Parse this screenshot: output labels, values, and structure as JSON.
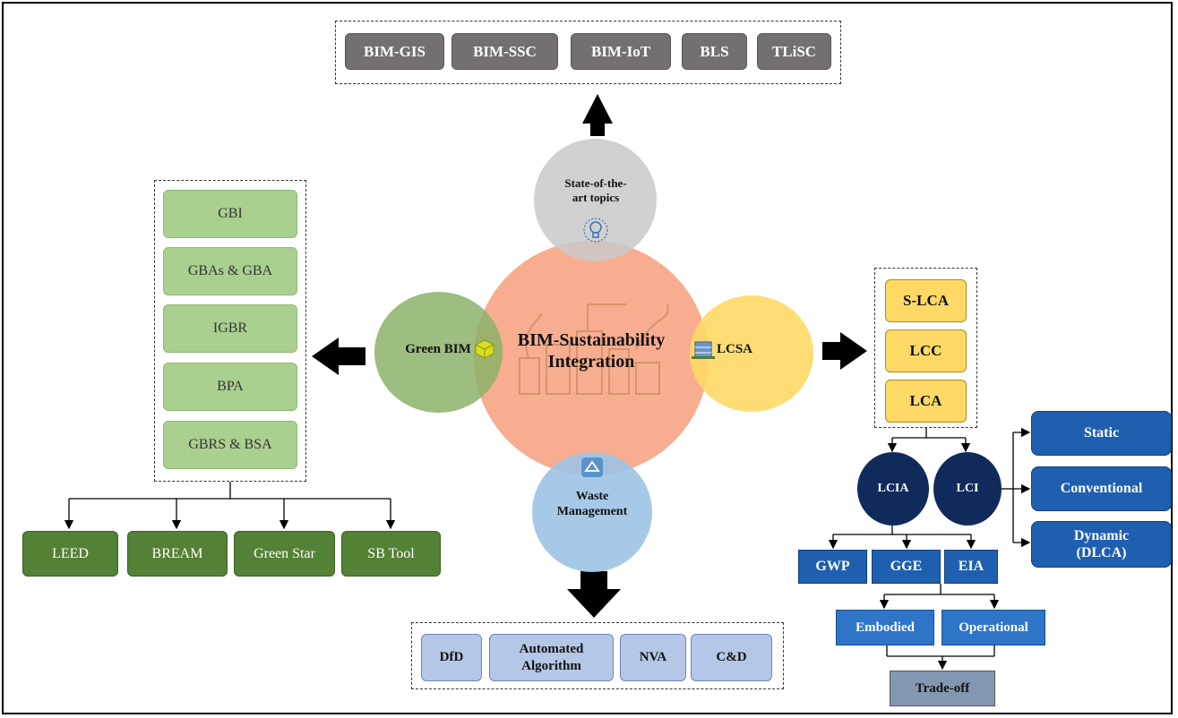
{
  "center": {
    "title_line1": "BIM-Sustainability",
    "title_line2": "Integration"
  },
  "satellites": {
    "top": {
      "line1": "State-of-the-",
      "line2": "art topics",
      "icon": "lightbulb-icon"
    },
    "left": {
      "label": "Green BIM",
      "icon": "cube-icon"
    },
    "right": {
      "label": "LCSA",
      "icon": "building-icon"
    },
    "bottom": {
      "line1": "Waste",
      "line2": "Management",
      "icon": "recycle-icon"
    }
  },
  "top_topics": [
    "BIM-GIS",
    "BIM-SSC",
    "BIM-IoT",
    "BLS",
    "TLiSC"
  ],
  "green_items": [
    "GBI",
    "GBAs & GBA",
    "IGBR",
    "BPA",
    "GBRS & BSA"
  ],
  "rating_tools": [
    "LEED",
    "BREAM",
    "Green Star",
    "SB Tool"
  ],
  "lcsa_items": [
    "S-LCA",
    "LCC",
    "LCA"
  ],
  "lca_nodes": [
    "LCIA",
    "LCI"
  ],
  "lci_types": [
    {
      "line1": "Static",
      "line2": ""
    },
    {
      "line1": "Conventional",
      "line2": ""
    },
    {
      "line1": "Dynamic",
      "line2": "(DLCA)"
    }
  ],
  "impact_items": [
    "GWP",
    "GGE",
    "EIA"
  ],
  "energy_items": [
    "Embodied",
    "Operational"
  ],
  "tradeoff": "Trade-off",
  "waste_items": [
    {
      "line1": "DfD",
      "line2": ""
    },
    {
      "line1": "Automated",
      "line2": "Algorithm"
    },
    {
      "line1": "NVA",
      "line2": ""
    },
    {
      "line1": "C&D",
      "line2": ""
    }
  ],
  "colors": {
    "center": "#f8a98a",
    "top": "#c9c9c9",
    "left": "#8db16a",
    "right": "#ffd966",
    "bottom": "#9dc3e6"
  }
}
